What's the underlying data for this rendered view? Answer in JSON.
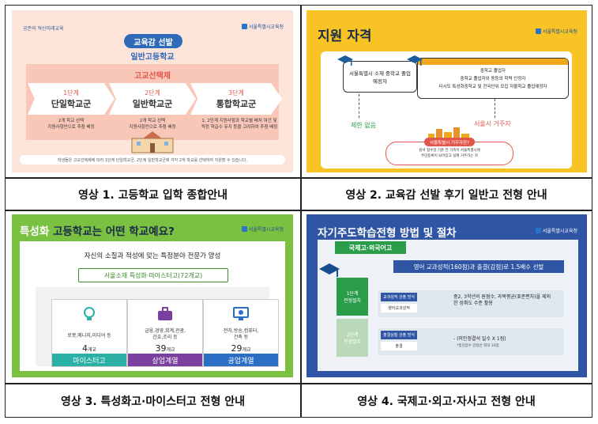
{
  "captions": [
    "영상 1. 고등학교 입학 종합안내",
    "영상 2. 교육감 선발 후기 일반고 전형 안내",
    "영상 3. 특성화고·마이스터고 전형 안내",
    "영상 4. 국제고·외고·자사고 전형 안내"
  ],
  "org": "서울특별시교육청",
  "panel1": {
    "top_logo": "공존의 혁신미래교육",
    "title": "교육감 선발",
    "subtitle": "일반고등학교",
    "band": "고교선택제",
    "steps": [
      {
        "step": "1단계",
        "name": "단일학교군",
        "desc1": "2개 학교 선택",
        "desc2": "지원사항만으로 추첨 배정"
      },
      {
        "step": "2단계",
        "name": "일반학교군",
        "desc1": "2개 학교 선택",
        "desc2": "지원사항만으로 추첨 배정"
      },
      {
        "step": "3단계",
        "name": "통합학교군",
        "desc1": "1, 2단계 지원사항과 학교별 배치 여건 및",
        "desc2": "적정 학급수 유지 등을 고려하여 추첨 배정"
      }
    ],
    "footer": "학생들은 고교선택제에 따라 1단계 단일학교군, 2단계 일반학교군에 각각 2개 학교를 선택하여 지원할 수 있습니다."
  },
  "panel2": {
    "title": "지원 자격",
    "left_box": "서울특별시 소재 중학교 졸업예정자",
    "left_label": "제한 없음",
    "right_lines": [
      "중학교 졸업자",
      "중학교 졸업자와 동등의 학력 인정자",
      "타시도 특성화중학교 및 전국단위 모집 자율학교 졸업예정자"
    ],
    "right_label": "서울시 거주자",
    "bubble_title": "서울특별시 거주자란?",
    "bubble_lines": [
      "원서 접수일 기준 전 가족이 서울특별시에",
      "주민등록이 되어있고 실제 거주하는 자"
    ]
  },
  "panel3": {
    "title_a": "특성화",
    "title_b": " 고등학교는 어떤 학교예요?",
    "lead": "자신의 소질과 적성에 맞는 특정분야 전문가 양성",
    "band": "서울소재 특성화·마이스터고(72개교)",
    "tiles": [
      {
        "desc": "로봇,메니지,미디어 등",
        "count": "4",
        "unit": "개교",
        "label": "마이스터고",
        "color": "#2bb0a5"
      },
      {
        "desc": "금융,경영,회계,관광,\n간호,조리 등",
        "count": "39",
        "unit": "개교",
        "label": "상업계열",
        "color": "#7b3fa0"
      },
      {
        "desc": "전자,방송,컴퓨터,\n건축 등",
        "count": "29",
        "unit": "개교",
        "label": "공업계열",
        "color": "#2a6fc4"
      }
    ]
  },
  "panel4": {
    "title": "자기주도학습전형 방법 및 절차",
    "tab": "국제고·외국어고",
    "banner": "영어 교과성적(160점)과 출결(감점)로 1.5배수 선발",
    "stage1": "1단계\n전형절차",
    "stage2": "2단계\n전형절차",
    "row1_tag": "교과성적 산출 방식",
    "row1_sub": "영어교과성적",
    "row1_text": "중2, 3학년의 원점수, 과목평균(표준편차)을 제외한 성취도 수준 활용",
    "row2_tag": "출결상황 산출 방식",
    "row2_sub": "출결",
    "row2_text": "- (미인정결석 일수 X 1점)",
    "row2_note": "*총감점수 감점만 최대 10점"
  }
}
